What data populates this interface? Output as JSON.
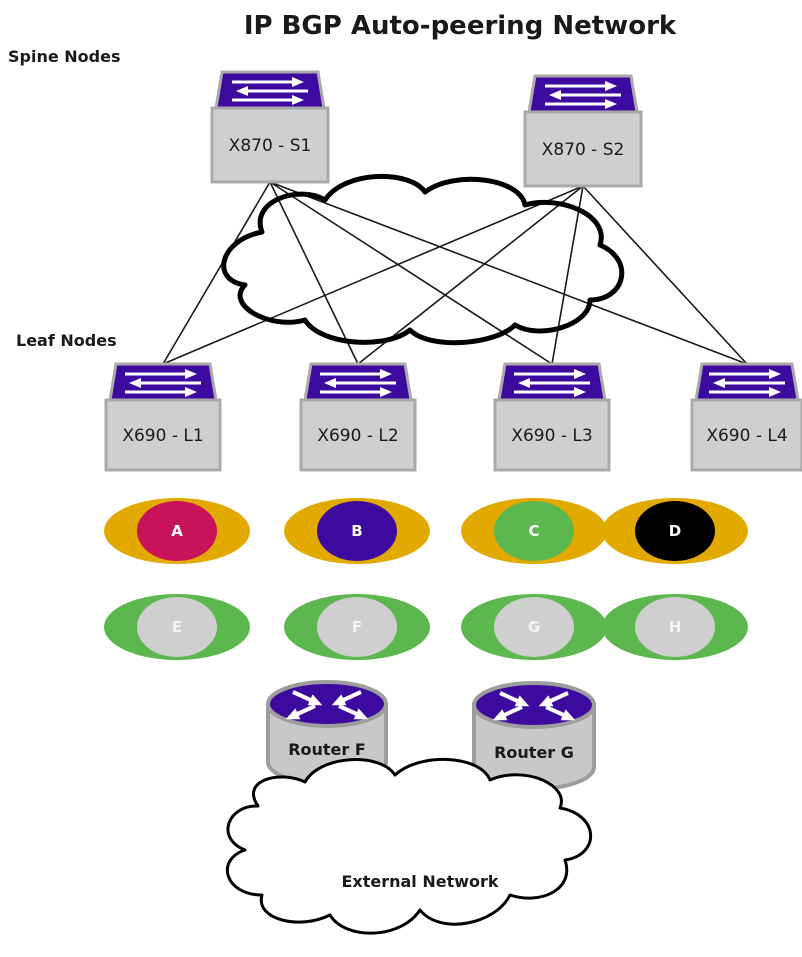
{
  "title": "IP BGP Auto-peering Network",
  "spine_heading": "Spine Nodes",
  "leaf_heading": "Leaf Nodes",
  "spines": [
    {
      "id": "S1",
      "label": "X870 - S1"
    },
    {
      "id": "S2",
      "label": "X870 - S2"
    }
  ],
  "leaves": [
    {
      "id": "L1",
      "label": "X690 - L1"
    },
    {
      "id": "L2",
      "label": "X690 - L2"
    },
    {
      "id": "L3",
      "label": "X690 - L3"
    },
    {
      "id": "L4",
      "label": "X690 - L4"
    }
  ],
  "vrfs_row1": [
    {
      "label": "A",
      "outer": "#e2a900",
      "inner": "#c8125a"
    },
    {
      "label": "B",
      "outer": "#e2a900",
      "inner": "#3d0aa0"
    },
    {
      "label": "C",
      "outer": "#e2a900",
      "inner": "#5cb84e"
    },
    {
      "label": "D",
      "outer": "#e2a900",
      "inner": "#000000"
    }
  ],
  "vrfs_row2": [
    {
      "label": "E",
      "outer": "#5cb84e",
      "inner": "#cfcfcf"
    },
    {
      "label": "F",
      "outer": "#5cb84e",
      "inner": "#cfcfcf"
    },
    {
      "label": "G",
      "outer": "#5cb84e",
      "inner": "#cfcfcf"
    },
    {
      "label": "H",
      "outer": "#5cb84e",
      "inner": "#cfcfcf"
    }
  ],
  "routers": [
    {
      "id": "RF",
      "label": "Router F"
    },
    {
      "id": "RG",
      "label": "Router G"
    }
  ],
  "external_network": "External Network",
  "links": [
    [
      "S1",
      "L1"
    ],
    [
      "S1",
      "L2"
    ],
    [
      "S1",
      "L3"
    ],
    [
      "S1",
      "L4"
    ],
    [
      "S2",
      "L1"
    ],
    [
      "S2",
      "L2"
    ],
    [
      "S2",
      "L3"
    ],
    [
      "S2",
      "L4"
    ]
  ],
  "colors": {
    "switch_top": "#3d0aa0",
    "switch_body": "#cfcfcf",
    "router_top": "#3d0aa0",
    "router_body": "#c8c8c8",
    "line": "#1a1a1a"
  }
}
